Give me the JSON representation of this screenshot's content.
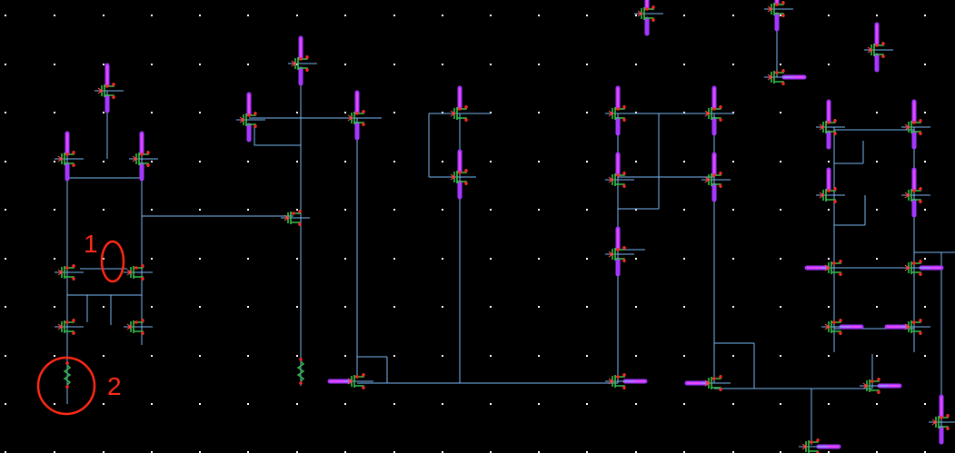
{
  "app": {
    "canvas": "schematic-editor"
  },
  "colors": {
    "background": "#000000",
    "grid_dot": "#ffffff",
    "wire": "#79b8f5",
    "device_body": "#35c24a",
    "pin_red": "#ff2020",
    "highlight_purple": "#a637ff",
    "highlight_pink": "#ff4fff",
    "annotation": "#ff2a16"
  },
  "annotations": [
    {
      "label": "1"
    },
    {
      "label": "2"
    }
  ],
  "icons": {
    "transistor": "mosfet-symbol-icon",
    "resistor": "resistor-symbol-icon"
  }
}
